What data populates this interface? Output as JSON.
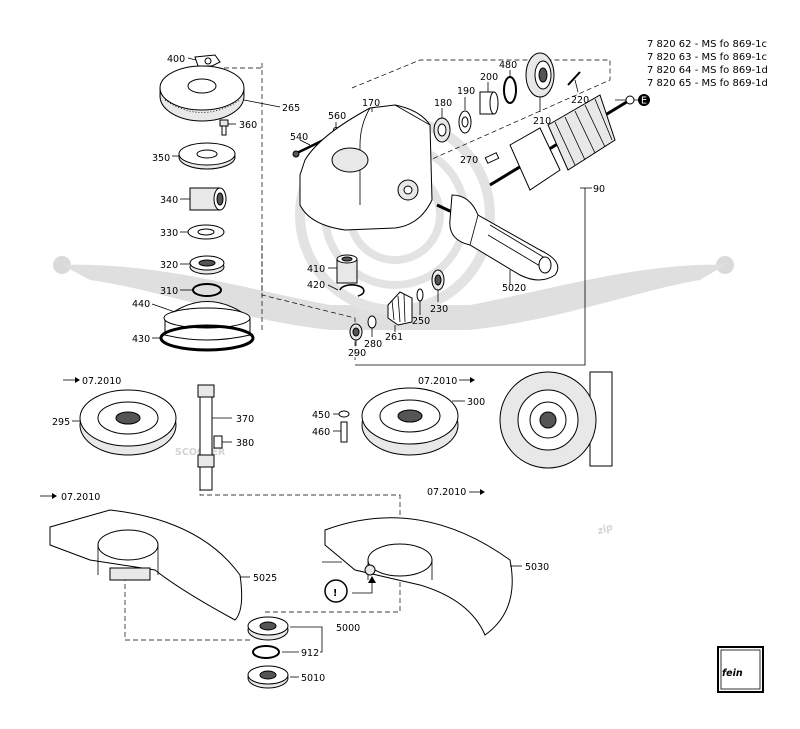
{
  "models": [
    "7 820 62 - MS fo 869-1c",
    "7 820 63 - MS fo 869-1c",
    "7 820 64 - MS fo 869-1d",
    "7 820 65 - MS fo 869-1d"
  ],
  "marker_e": "E",
  "warning_symbol": "!",
  "date_marks": [
    "07.2010",
    "07.2010",
    "07.2010",
    "07.2010"
  ],
  "watermark": {
    "text1": "SCOOTER",
    "text2": "zip"
  },
  "logo": "fein",
  "parts": {
    "p400": "400",
    "p265": "265",
    "p360": "360",
    "p350": "350",
    "p340": "340",
    "p330": "330",
    "p320": "320",
    "p310": "310",
    "p440": "440",
    "p430": "430",
    "p560": "560",
    "p170": "170",
    "p540": "540",
    "p180": "180",
    "p190": "190",
    "p200": "200",
    "p480": "480",
    "p210": "210",
    "p220": "220",
    "p270": "270",
    "p90": "90",
    "p410": "410",
    "p420": "420",
    "p230": "230",
    "p250": "250",
    "p261": "261",
    "p280": "280",
    "p290": "290",
    "p5020": "5020",
    "p295": "295",
    "p370": "370",
    "p380": "380",
    "p450": "450",
    "p460": "460",
    "p300": "300",
    "p5025": "5025",
    "p5030": "5030",
    "p5000": "5000",
    "p912": "912",
    "p5010": "5010"
  }
}
